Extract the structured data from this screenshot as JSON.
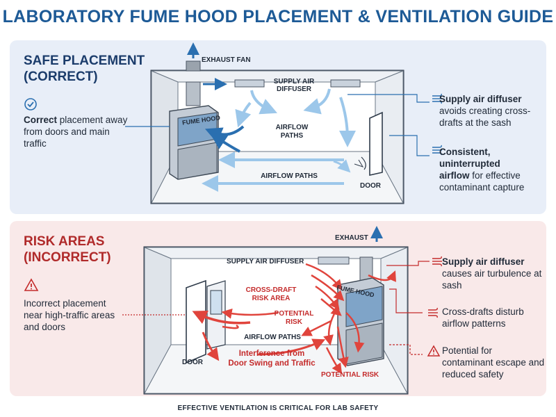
{
  "title": "LABORATORY FUME HOOD PLACEMENT & VENTILATION GUIDE",
  "safe": {
    "heading_line1": "SAFE PLACEMENT",
    "heading_line2": "(CORRECT)",
    "left_bold": "Correct",
    "left_text": " placement away from doors and main traffic",
    "exhaust_fan": "EXHAUST FAN",
    "supply_diffuser_line1": "SUPPLY AIR",
    "supply_diffuser_line2": "DIFFUSER",
    "fume_hood": "FUME HOOD",
    "airflow_paths_1_line1": "AIRFLOW",
    "airflow_paths_1_line2": "PATHS",
    "airflow_paths_2": "AIRFLOW PATHS",
    "door": "DOOR",
    "note1_bold": "Supply air diffuser",
    "note1_text": "avoids creating cross-drafts at the sash",
    "note2_bold1": "Consistent,",
    "note2_bold2": "uninterrupted",
    "note2_bold3": "airflow",
    "note2_text": " for effective contaminant capture"
  },
  "risk": {
    "heading_line1": "RISK AREAS",
    "heading_line2": "(INCORRECT)",
    "left_text": "Incorrect placement near high-traffic areas and doors",
    "exhaust": "EXHAUST",
    "supply_diffuser": "SUPPLY AIR DIFFUSER",
    "cross_draft_line1": "CROSS-DRAFT",
    "cross_draft_line2": "RISK AREA",
    "potential_risk_line1": "POTENTIAL",
    "potential_risk_line2": "RISK",
    "fume_hood": "FUME HOOD",
    "airflow_paths": "AIRFLOW PATHS",
    "interference_line1": "Interference from",
    "interference_line2": "Door Swing and Traffic",
    "door": "DOOR",
    "potential_risk_bottom": "POTENTIAL RISK",
    "note1_bold": "Supply air diffuser",
    "note1_text": "causes air turbulence at sash",
    "note2_text": "Cross-drafts disturb airflow patterns",
    "note3_text": "Potential for contaminant escape and reduced safety"
  },
  "footer": "EFFECTIVE VENTILATION IS CRITICAL FOR LAB SAFETY",
  "colors": {
    "title": "#1d5a96",
    "safe_heading": "#1b3c6b",
    "risk_heading": "#b02a2a",
    "blue_arrow": "#9cc7ea",
    "dark_blue_arrow": "#2a6fb0",
    "red_arrow": "#e0443c"
  },
  "icons": [
    "check-circle-icon",
    "wind-icon",
    "warning-icon"
  ]
}
